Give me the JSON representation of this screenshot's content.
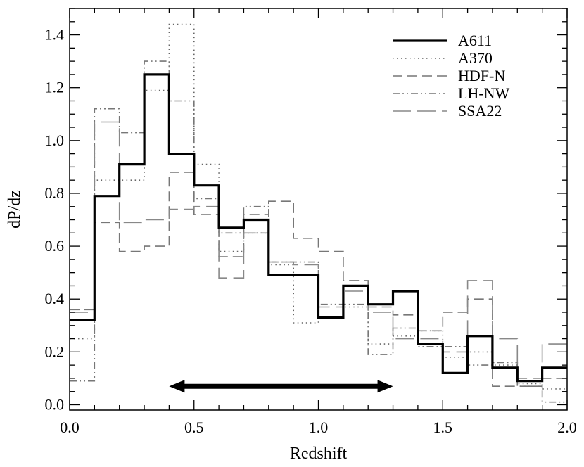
{
  "chart_data": {
    "type": "line",
    "xlabel": "Redshift",
    "ylabel": "dP/dz",
    "xlim": [
      0.0,
      2.0
    ],
    "ylim": [
      -0.02,
      1.5
    ],
    "x_ticks": [
      0.0,
      0.5,
      1.0,
      1.5,
      2.0
    ],
    "x_tick_labels": [
      "0.0",
      "0.5",
      "1.0",
      "1.5",
      "2.0"
    ],
    "y_ticks": [
      0.0,
      0.2,
      0.4,
      0.6,
      0.8,
      1.0,
      1.2,
      1.4
    ],
    "y_tick_labels": [
      "0.0",
      "0.2",
      "0.4",
      "0.6",
      "0.8",
      "1.0",
      "1.2",
      "1.4"
    ],
    "grid": false,
    "legend_position": "top-right",
    "bin_edges": [
      0.0,
      0.1,
      0.2,
      0.3,
      0.4,
      0.5,
      0.6,
      0.7,
      0.8,
      0.9,
      1.0,
      1.1,
      1.2,
      1.3,
      1.4,
      1.5,
      1.6,
      1.7,
      1.8,
      1.9,
      2.0
    ],
    "series": [
      {
        "name": "A611",
        "color": "#000000",
        "style": "solid",
        "values": [
          0.32,
          0.79,
          0.91,
          1.25,
          0.95,
          0.83,
          0.67,
          0.7,
          0.49,
          0.49,
          0.33,
          0.45,
          0.38,
          0.43,
          0.23,
          0.12,
          0.26,
          0.14,
          0.09,
          0.14
        ]
      },
      {
        "name": "A370",
        "color": "#666666",
        "style": "dotted",
        "values": [
          0.25,
          0.85,
          0.85,
          1.19,
          1.44,
          0.91,
          0.58,
          0.65,
          0.53,
          0.31,
          0.33,
          0.37,
          0.23,
          0.26,
          0.28,
          0.18,
          0.2,
          0.15,
          0.08,
          0.06
        ]
      },
      {
        "name": "HDF-N",
        "color": "#777777",
        "style": "dashed",
        "values": [
          0.36,
          0.69,
          0.58,
          0.6,
          0.88,
          0.72,
          0.56,
          0.72,
          0.77,
          0.63,
          0.58,
          0.47,
          0.37,
          0.34,
          0.28,
          0.35,
          0.4,
          0.07,
          0.07,
          0.1
        ]
      },
      {
        "name": "LH-NW",
        "color": "#777777",
        "style": "dashdot",
        "values": [
          0.09,
          1.12,
          1.03,
          1.3,
          1.15,
          0.78,
          0.65,
          0.75,
          0.54,
          0.54,
          0.38,
          0.38,
          0.19,
          0.29,
          0.22,
          0.22,
          0.15,
          0.16,
          0.07,
          0.01
        ]
      },
      {
        "name": "SSA22",
        "color": "#888888",
        "style": "longdash",
        "values": [
          0.35,
          1.07,
          0.69,
          0.7,
          0.74,
          0.75,
          0.48,
          0.65,
          0.54,
          0.53,
          0.37,
          0.43,
          0.35,
          0.25,
          0.25,
          0.2,
          0.47,
          0.25,
          0.1,
          0.23
        ]
      }
    ],
    "annotations": [
      {
        "type": "double-arrow",
        "x_start": 0.4,
        "x_end": 1.3,
        "y": 0.07
      }
    ]
  }
}
